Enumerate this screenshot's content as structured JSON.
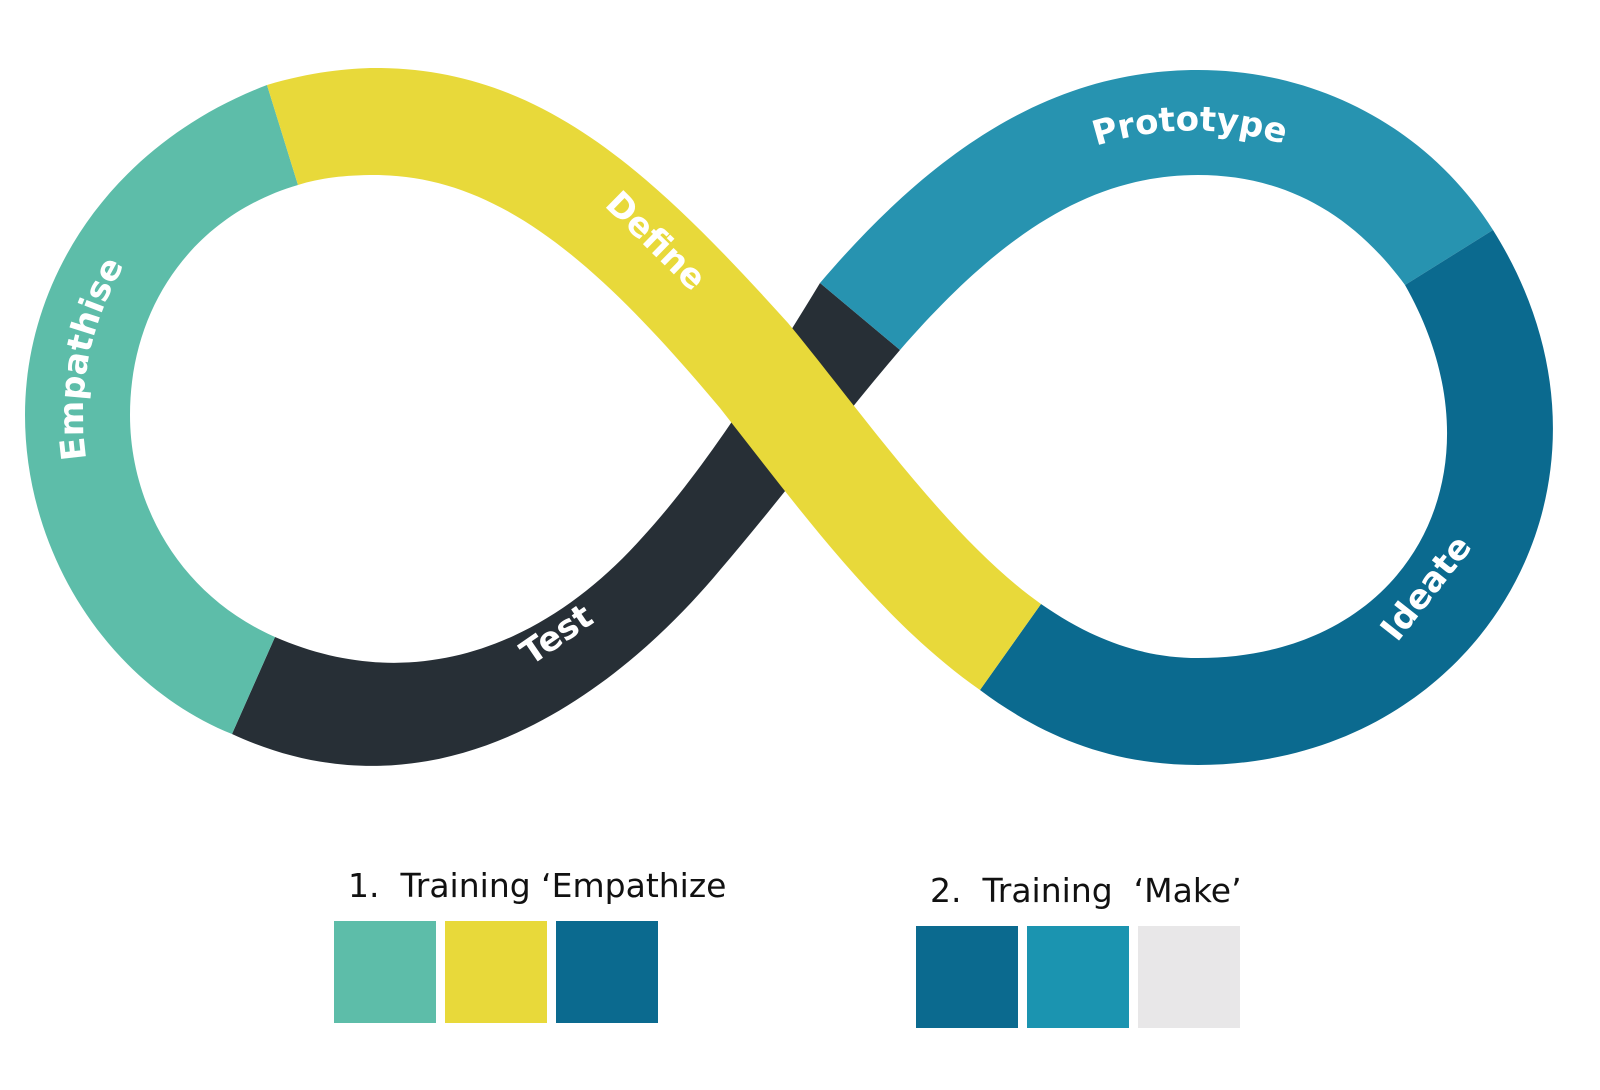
{
  "diagram": {
    "stages": [
      {
        "id": "empathise",
        "label": "Empathise",
        "color": "#5dbda9"
      },
      {
        "id": "define",
        "label": "Define",
        "color": "#e8d93a"
      },
      {
        "id": "prototype",
        "label": "Prototype",
        "color": "#2793b0"
      },
      {
        "id": "ideate",
        "label": "Ideate",
        "color": "#0b6a8f"
      },
      {
        "id": "test",
        "label": "Test",
        "color": "#272f36"
      }
    ]
  },
  "legend": [
    {
      "title": "1.  Training ‘Empathize",
      "swatches": [
        "#5dbda9",
        "#e8d93a",
        "#0b6a8f"
      ]
    },
    {
      "title": "2.  Training  ‘Make’",
      "swatches": [
        "#0b6a8f",
        "#1b94b0",
        "#e8e7e8"
      ]
    }
  ]
}
